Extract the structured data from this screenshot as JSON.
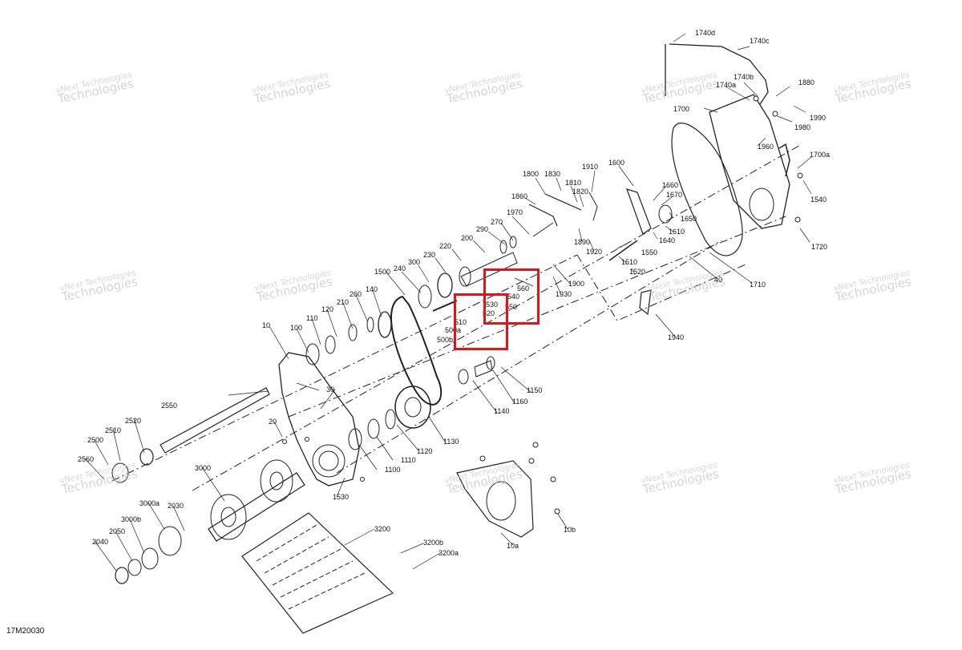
{
  "diagram_code": "17M20030",
  "watermark": {
    "line1": "vNext Technologies",
    "line2": "Technologies"
  },
  "colors": {
    "line": "#222222",
    "highlight": "#e0141c",
    "watermark": "#c8c8c8"
  },
  "part_numbers": [
    "1740d",
    "1740c",
    "1740b",
    "1740a",
    "1880",
    "1700",
    "1990",
    "1980",
    "1960",
    "1700a",
    "1540",
    "1720",
    "1910",
    "1600",
    "1800",
    "1830",
    "1810",
    "1820",
    "1660",
    "1670",
    "1650",
    "1860",
    "1640",
    "1610",
    "1550",
    "1970",
    "270",
    "1890",
    "1920",
    "1510",
    "290",
    "200",
    "1520",
    "220",
    "230",
    "300",
    "560",
    "540",
    "550",
    "530",
    "520",
    "510",
    "240",
    "1500",
    "1900",
    "1930",
    "1710",
    "40",
    "1940",
    "140",
    "260",
    "210",
    "120",
    "110",
    "100",
    "500a",
    "500b",
    "10",
    "1150",
    "1160",
    "1140",
    "2550",
    "30",
    "1130",
    "20",
    "2520",
    "2510",
    "2500",
    "1120",
    "1110",
    "1100",
    "2560",
    "3000",
    "1530",
    "3000a",
    "2030",
    "3000b",
    "3200",
    "2050",
    "2040",
    "3200b",
    "3200a",
    "10a",
    "10b"
  ]
}
